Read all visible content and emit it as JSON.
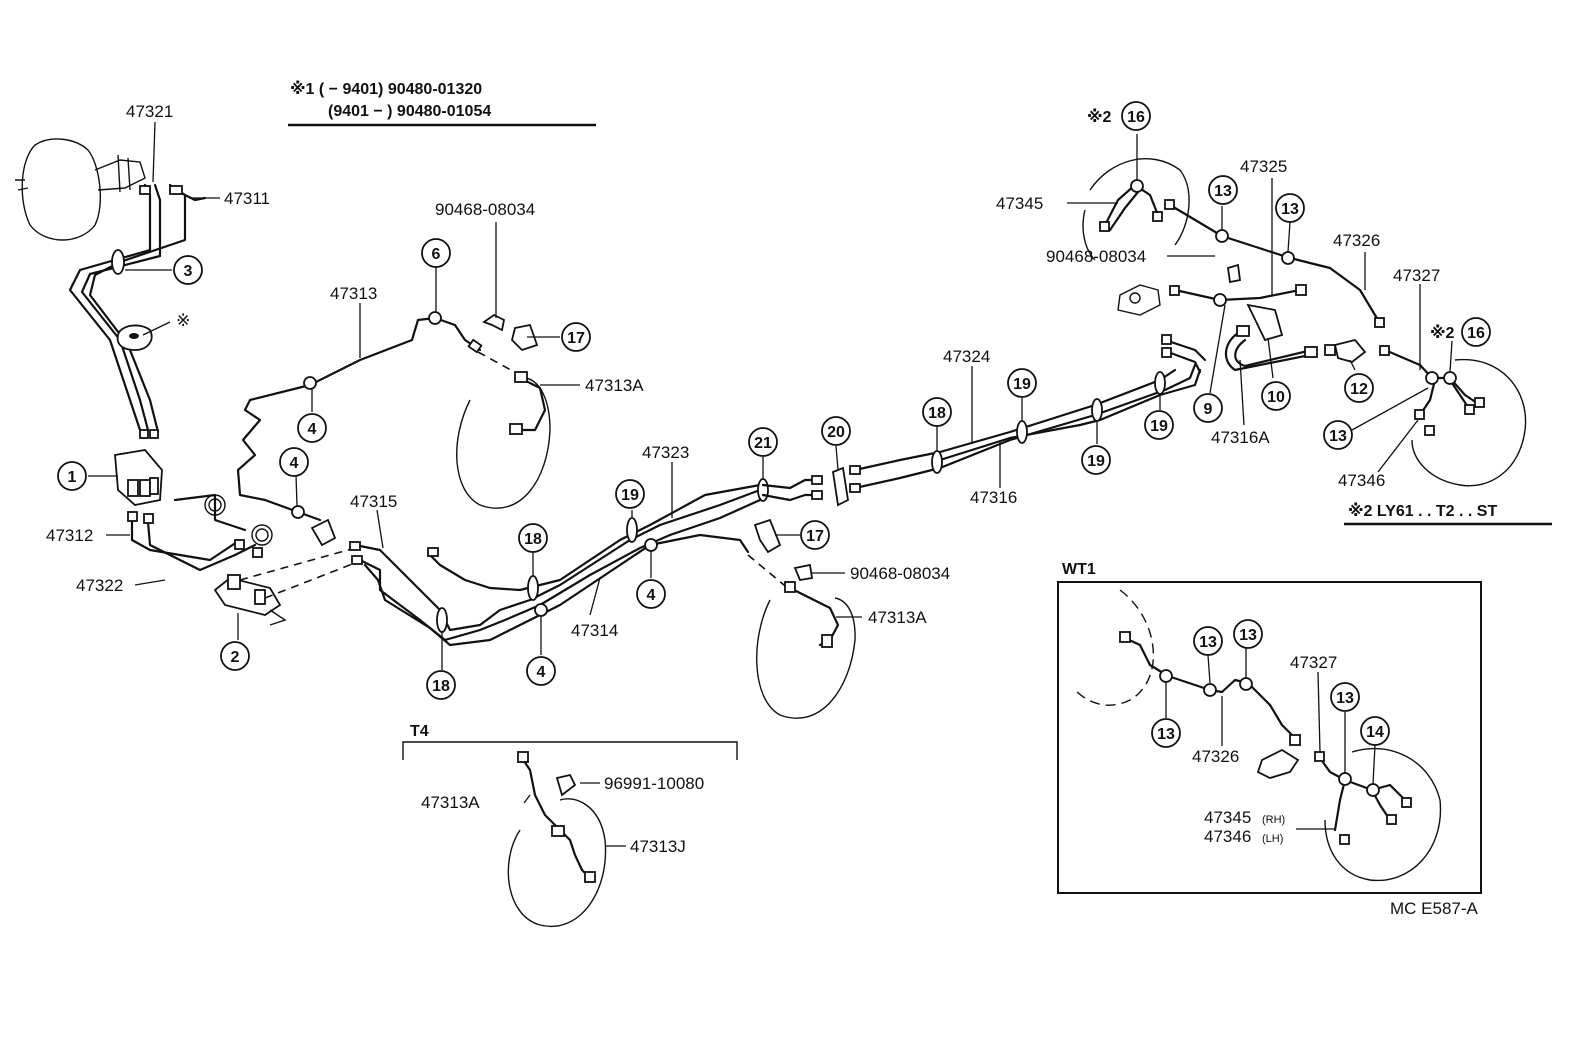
{
  "notes": {
    "note1_line1": "※1 (        − 9401) 90480-01320",
    "note1_line2": "(9401 −        ) 90480-01054",
    "note2": "※2 LY61 . . T2 . . ST"
  },
  "sections": {
    "t4": "T4",
    "wt1": "WT1"
  },
  "labels": {
    "l47321": "47321",
    "l47311": "47311",
    "lmark": "※",
    "l47312": "47312",
    "l47322": "47322",
    "l47313": "47313",
    "l90468a": "90468-08034",
    "l47313A_a": "47313A",
    "l47315": "47315",
    "l47323": "47323",
    "l47314": "47314",
    "l90468b": "90468-08034",
    "l47313A_b": "47313A",
    "l47324": "47324",
    "l47316": "47316",
    "l47345": "47345",
    "l90468c": "90468-08034",
    "l47325": "47325",
    "l47326": "47326",
    "l47327": "47327",
    "l47316A": "47316A",
    "l47346": "47346",
    "l2_16": "※2",
    "l2_16b": "※2",
    "t4_47313A": "47313A",
    "t4_96991": "96991-10080",
    "t4_47313J": "47313J",
    "wt1_47327": "47327",
    "wt1_47326": "47326",
    "wt1_47345": "47345",
    "wt1_rh": "(RH)",
    "wt1_47346": "47346",
    "wt1_lh": "(LH)",
    "footer_code": "MC E587-A"
  },
  "callouts": {
    "c1": "1",
    "c2": "2",
    "c3": "3",
    "c4a": "4",
    "c4b": "4",
    "c4c": "4",
    "c4d": "4",
    "c6": "6",
    "c9": "9",
    "c10": "10",
    "c12": "12",
    "c13a": "13",
    "c13b": "13",
    "c13c": "13",
    "c16a": "16",
    "c16b": "16",
    "c17a": "17",
    "c17b": "17",
    "c18a": "18",
    "c18b": "18",
    "c18c": "18",
    "c19a": "19",
    "c19b": "19",
    "c19c": "19",
    "c19d": "19",
    "c20": "20",
    "c21": "21",
    "w13a": "13",
    "w13b": "13",
    "w13c": "13",
    "w13d": "13",
    "w14": "14"
  }
}
